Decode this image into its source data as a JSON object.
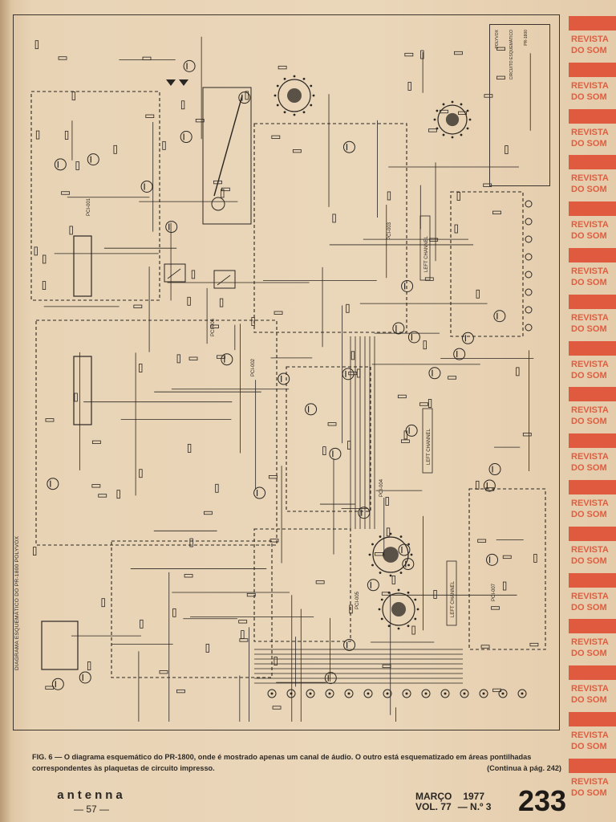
{
  "schematic": {
    "vertical_title": "DIAGRAMA ESQUEMÁTICO DO PR-1800 POLYVOX",
    "title_block": {
      "company": "POLYVOX",
      "drawing": "CIRCUITO ESQUEMÁTICO",
      "model": "PR-1800"
    },
    "board_labels": [
      "PCI-001",
      "PCI-002",
      "PCI-003",
      "PCI-004",
      "PCI-005",
      "PCI-006",
      "PCI-007"
    ],
    "channel_labels": [
      "LEFT CHANNEL",
      "LEFT CHANNEL",
      "LEFT CHANNEL"
    ]
  },
  "side_strip": {
    "label_line1": "REVISTA",
    "label_line2": "DO SOM",
    "count": 17
  },
  "caption": {
    "text": "FIG. 6 — O diagrama esquemático do PR-1800, onde é mostrado apenas um canal de áudio. O outro está esquematizado em áreas pontilhadas correspondentes às plaquetas de circuito impresso.",
    "continuation": "(Continua à pág. 242)"
  },
  "footer": {
    "brand": "antenna",
    "page_marker": "— 57 —",
    "month": "MARÇO",
    "year": "1977",
    "vol_label": "VOL. 77",
    "num_label": "— N.º 3",
    "page_number": "233"
  },
  "colors": {
    "paper": "#e6cfb0",
    "ink": "#2a2622",
    "accent": "#df5a3e"
  }
}
